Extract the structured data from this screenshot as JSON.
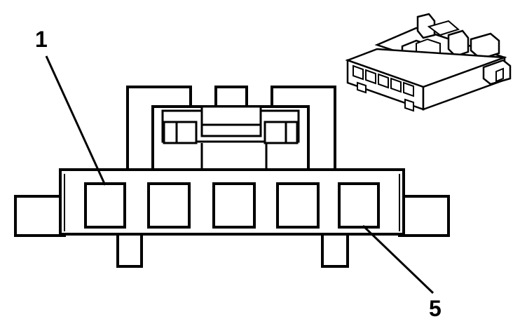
{
  "diagram": {
    "callouts": [
      {
        "label": "1",
        "points_to": "cavity-1"
      },
      {
        "label": "5",
        "points_to": "cavity-5"
      }
    ],
    "cavity_count": 5,
    "colors": {
      "ink": "#000000",
      "paper": "#ffffff"
    }
  }
}
